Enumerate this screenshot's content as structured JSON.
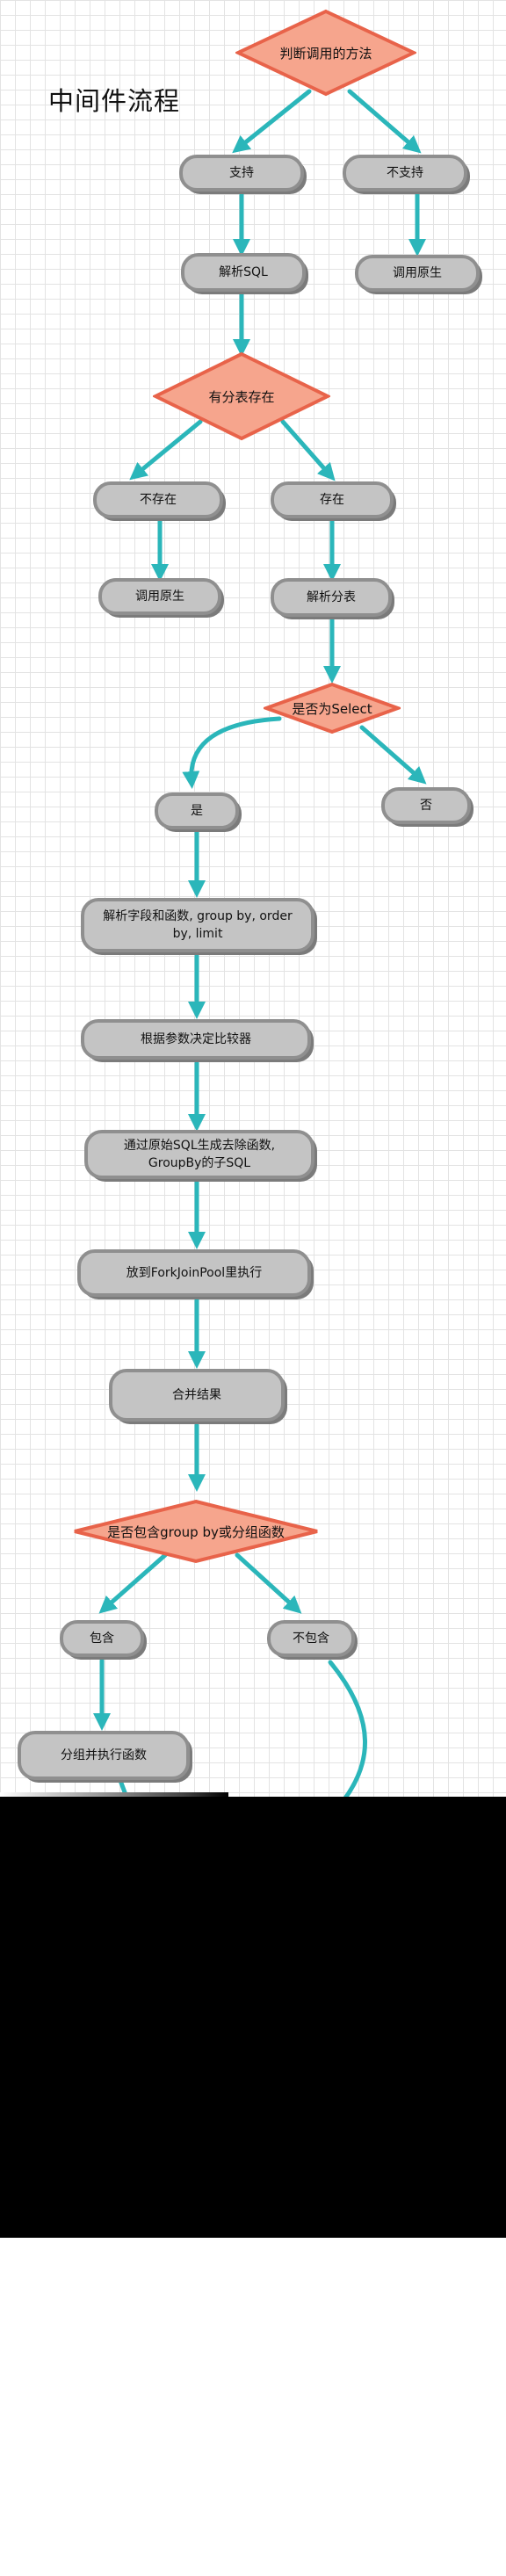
{
  "title": "中间件流程",
  "nodes": {
    "judge_method": "判断调用的方法",
    "supported": "支持",
    "not_supported": "不支持",
    "parse_sql": "解析SQL",
    "call_native_1": "调用原生",
    "has_sharding": "有分表存在",
    "not_exists": "不存在",
    "exists": "存在",
    "call_native_2": "调用原生",
    "parse_shards": "解析分表",
    "is_select": "是否为Select",
    "yes": "是",
    "no": "否",
    "parse_fields": "解析字段和函数, group by, order by, limit",
    "decide_comparator": "根据参数决定比较器",
    "gen_subsql": "通过原始SQL生成去除函数, GroupBy的子SQL",
    "forkjoin": "放到ForkJoinPool里执行",
    "merge": "合并结果",
    "has_group": "是否包含group by或分组函数",
    "contains": "包含",
    "not_contains": "不包含",
    "group_exec": "分组并执行函数"
  },
  "colors": {
    "arrow": "#2bb6ba",
    "diamond_fill": "#f6a58d",
    "diamond_stroke": "#e8634a",
    "node_fill": "#c4c4c4",
    "node_border": "#8f8f8f"
  }
}
